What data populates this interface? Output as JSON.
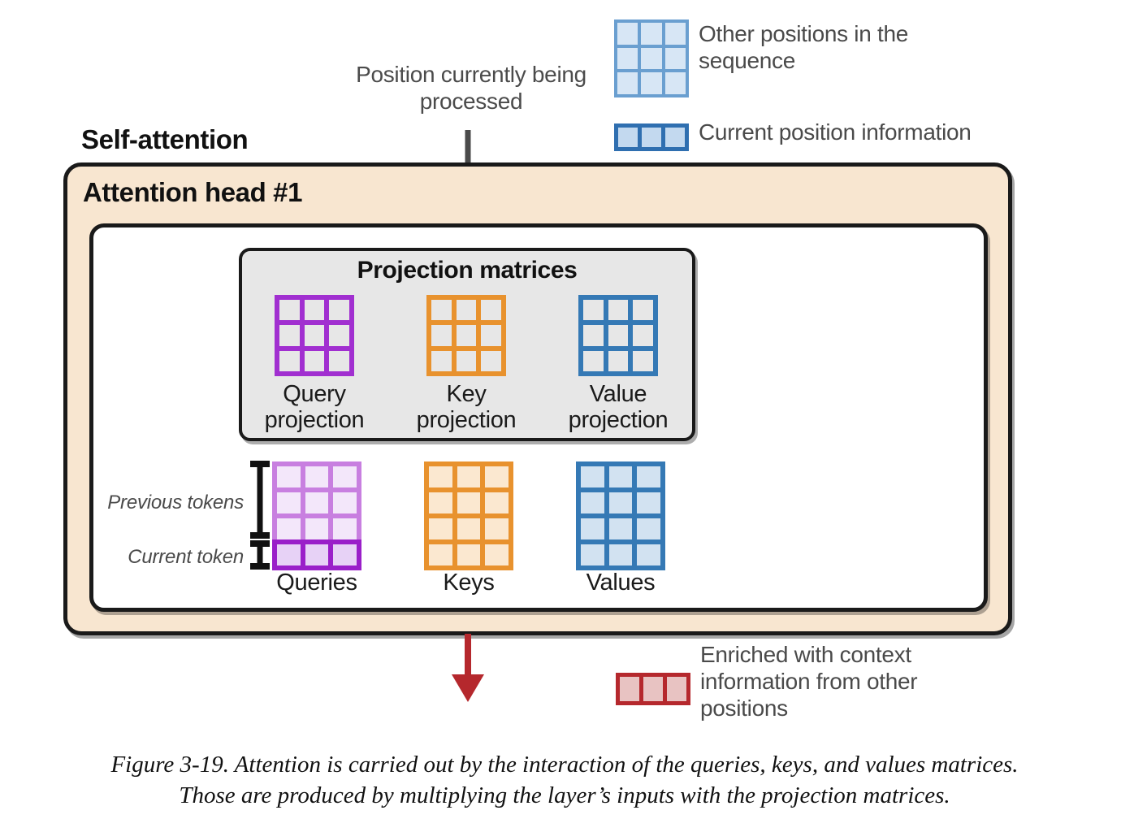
{
  "diagram": {
    "section_label": "Self-attention",
    "head_title": "Attention head #1",
    "top_callout": "Position currently\nbeing processed",
    "projection_panel": {
      "title": "Projection matrices",
      "matrices": [
        {
          "caption": "Query\nprojection",
          "color": "#a12fd0",
          "rows": 3,
          "cols": 3,
          "name": "query-projection"
        },
        {
          "caption": "Key\nprojection",
          "color": "#e8922e",
          "rows": 3,
          "cols": 3,
          "name": "key-projection"
        },
        {
          "caption": "Value\nprojection",
          "color": "#3579b5",
          "rows": 3,
          "cols": 3,
          "name": "value-projection"
        }
      ]
    },
    "token_matrices": [
      {
        "caption": "Queries",
        "color": "#9a1fc9",
        "rows": 4,
        "cols": 3,
        "name": "queries-matrix"
      },
      {
        "caption": "Keys",
        "color": "#e8922e",
        "rows": 4,
        "cols": 3,
        "name": "keys-matrix"
      },
      {
        "caption": "Values",
        "color": "#3579b5",
        "rows": 4,
        "cols": 3,
        "name": "values-matrix"
      }
    ],
    "bracket_labels": {
      "previous": "Previous tokens",
      "current": "Current token"
    }
  },
  "legend": {
    "items": [
      {
        "label": "Other positions in the\nsequence",
        "swatch": "grid-3x3",
        "fill": "#d7e6f5",
        "border": "#6a9fd0"
      },
      {
        "label": "Current position information",
        "swatch": "strip-1x3",
        "fill": "#c3d9ef",
        "border": "#2f6fb0"
      },
      {
        "label": "Enriched with context\ninformation from other\npositions",
        "swatch": "strip-1x3",
        "fill": "#e8c3c2",
        "border": "#b5282d"
      }
    ]
  },
  "arrows": {
    "input_arrow_color": "#4a4a4a",
    "output_arrow_color": "#b5282d"
  },
  "caption": {
    "line1": "Figure 3-19. Attention is carried out by the interaction of the queries, keys, and values matrices.",
    "line2": "Those are produced by multiplying the layer’s inputs with the projection matrices."
  }
}
